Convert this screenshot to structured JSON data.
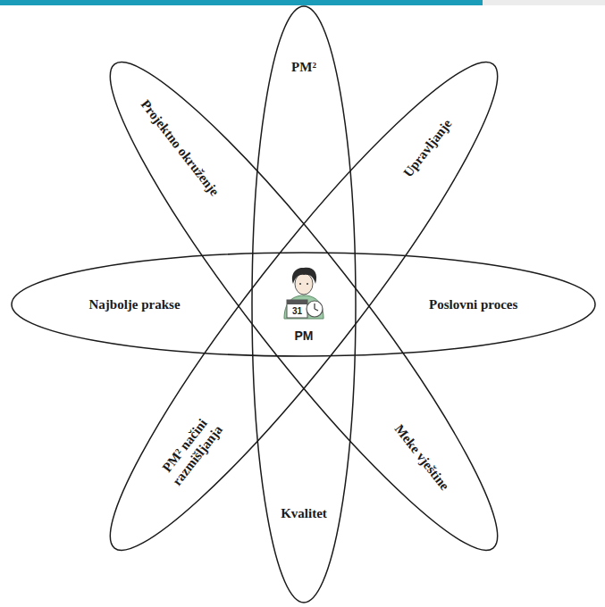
{
  "diagram": {
    "nodes": [
      {
        "text": [
          "PM²",
          "Kvalitet"
        ]
      },
      {
        "text": [
          "PM² načini razmišljanja",
          "Upravljanje"
        ]
      },
      {
        "text": [
          "Najbolje prakse",
          "Poslovni proces"
        ]
      },
      {
        "text": [
          "Projektno okruženje",
          "Meke vještine"
        ]
      }
    ],
    "labels": [
      "31",
      "PM"
    ]
  }
}
